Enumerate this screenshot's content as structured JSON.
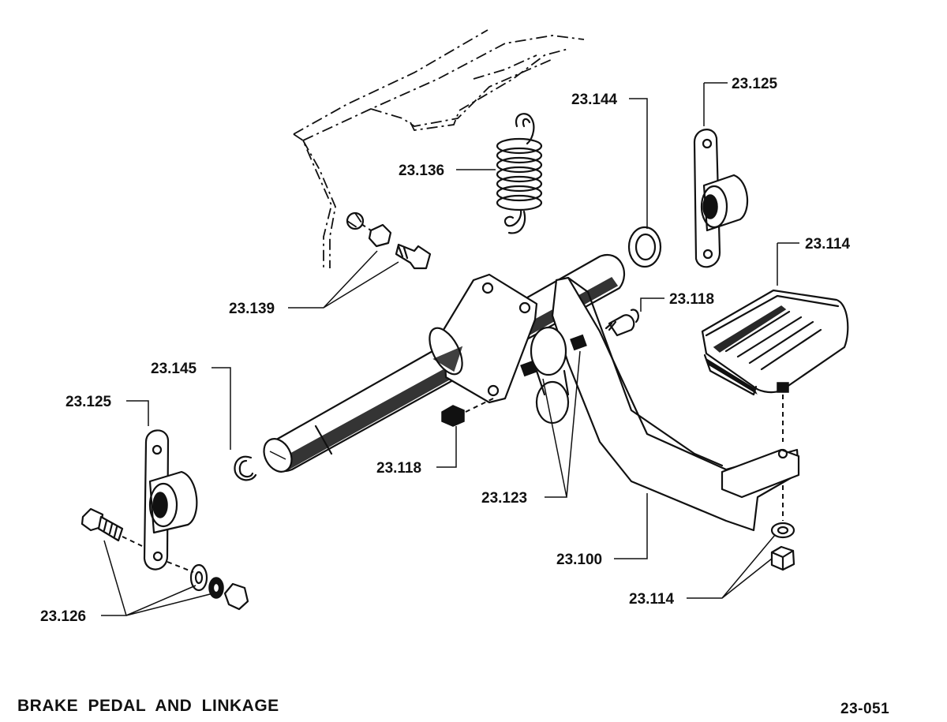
{
  "diagram": {
    "caption": "BRAKE PEDAL AND LINKAGE",
    "figure_number": "23-051",
    "labels": {
      "spring": "23.136",
      "washer_top": "23.144",
      "bracket_top": "23.125",
      "pedal_pad": "23.114",
      "frame_bolt": "23.139",
      "screw_right": "23.118",
      "snap_ring": "23.145",
      "bracket_left": "23.125",
      "nut_center": "23.118",
      "grease_fittings": "23.123",
      "pedal_arm": "23.100",
      "pad_hardware": "23.114",
      "bracket_hardware": "23.126"
    }
  }
}
